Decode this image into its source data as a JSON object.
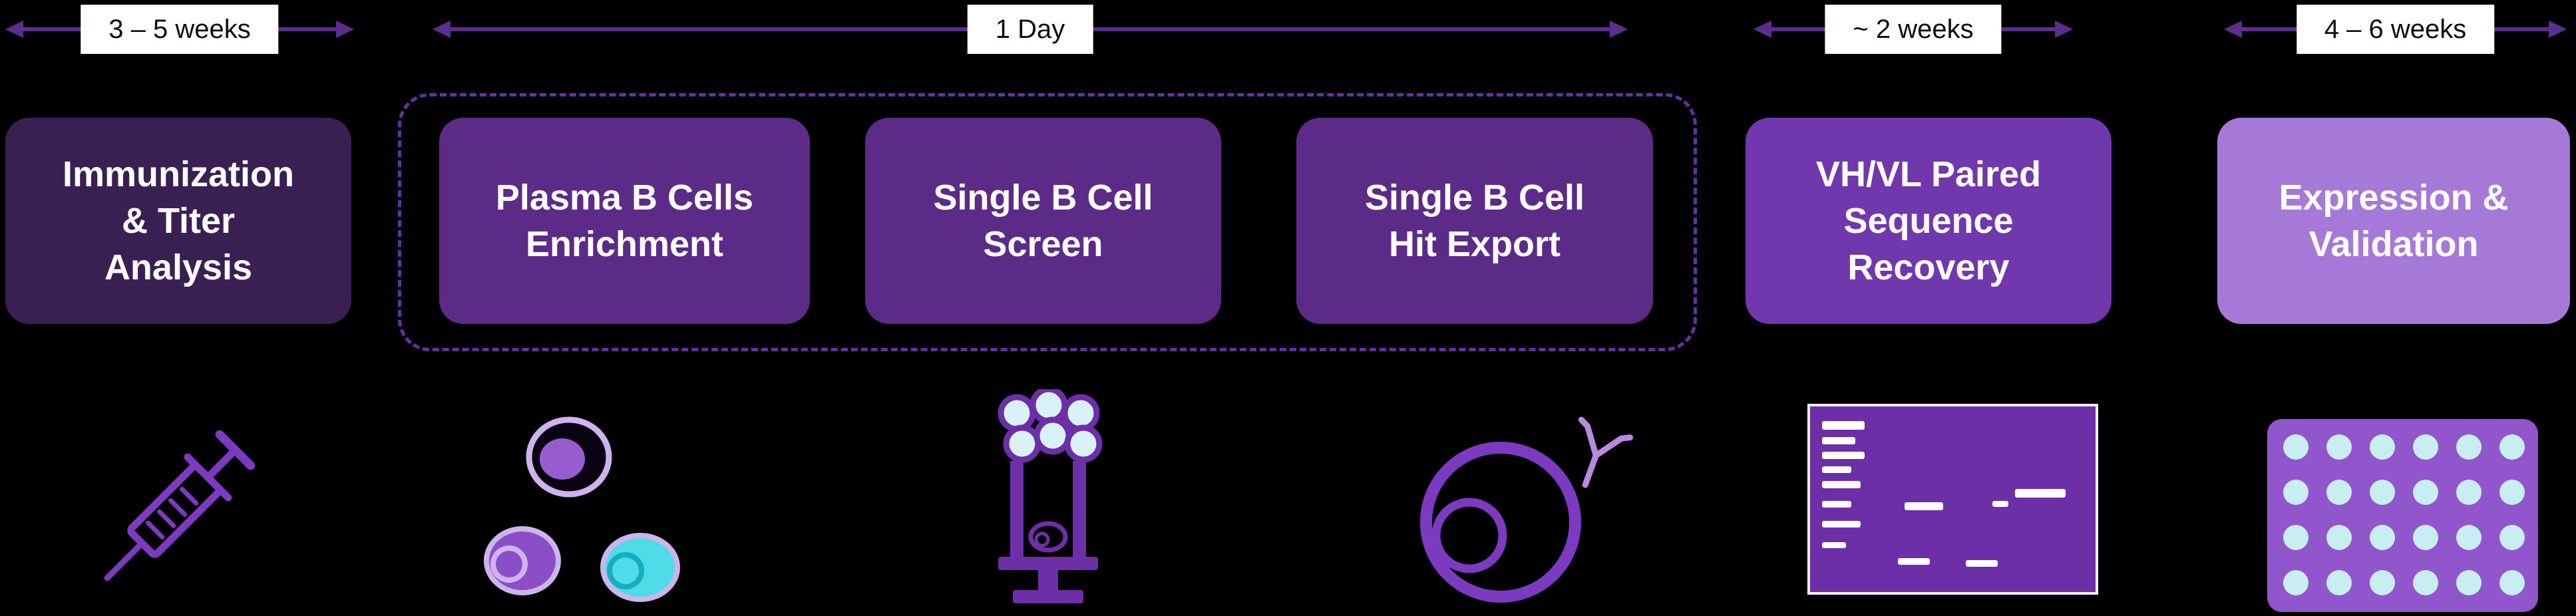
{
  "diagram": {
    "background_color": "#000000",
    "arrow_color": "#5b2d8c",
    "dashed_group_color": "#6233a0",
    "accent_cyan": "#4fdce8",
    "accent_light_purple": "#cfb3ec"
  },
  "timeline": [
    {
      "label": "3 – 5 weeks"
    },
    {
      "label": "1 Day"
    },
    {
      "label": "~ 2 weeks"
    },
    {
      "label": "4 – 6 weeks"
    }
  ],
  "stages": [
    {
      "label": "Immunization\n& Titer\nAnalysis",
      "color": "#3a2052",
      "icon": "syringe-icon"
    },
    {
      "label": "Plasma B Cells\nEnrichment",
      "color": "#5b2b87",
      "icon": "plasma-cells-icon"
    },
    {
      "label": "Single B Cell\nScreen",
      "color": "#5b2b87",
      "icon": "screening-column-icon"
    },
    {
      "label": "Single B Cell\nHit Export",
      "color": "#5b2b87",
      "icon": "b-cell-antibody-icon"
    },
    {
      "label": "VH/VL Paired\nSequence\nRecovery",
      "color": "#7138ae",
      "icon": "sequence-gel-icon"
    },
    {
      "label": "Expression &\nValidation",
      "color": "#a678d8",
      "icon": "microplate-icon"
    }
  ]
}
